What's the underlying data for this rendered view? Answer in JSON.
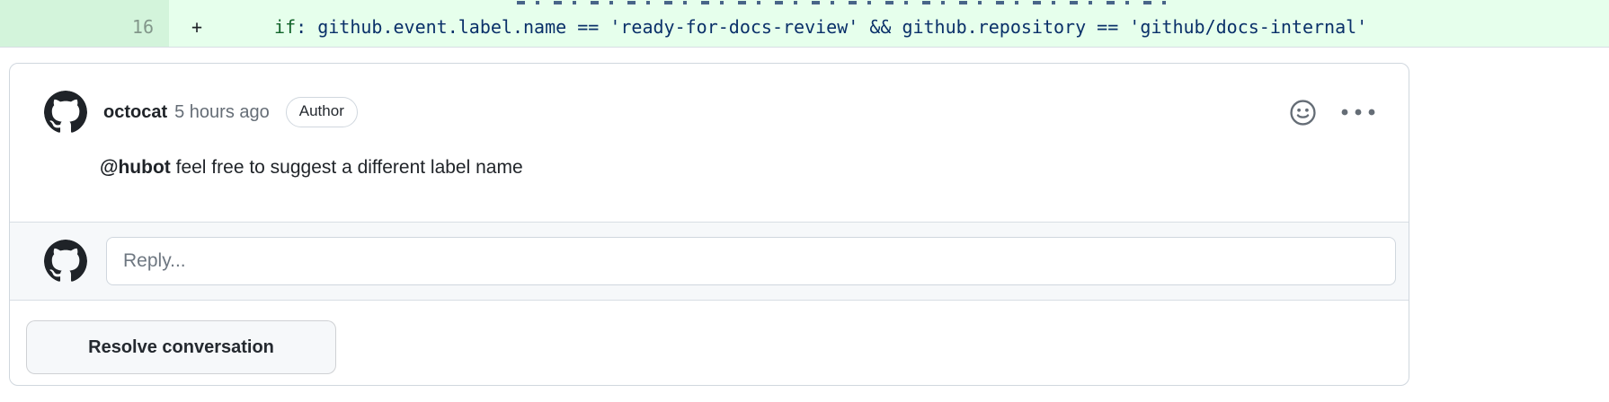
{
  "diff": {
    "line_number": "16",
    "marker": "+",
    "keyword": "if",
    "code_rest": ": github.event.label.name == 'ready-for-docs-review' && github.repository == 'github/docs-internal'"
  },
  "comment": {
    "author": "octocat",
    "timestamp": "5 hours ago",
    "author_badge": "Author",
    "mention": "@hubot",
    "body_rest": " feel free to suggest a different label name"
  },
  "reply": {
    "placeholder": "Reply..."
  },
  "actions": {
    "resolve_label": "Resolve conversation"
  },
  "icons": {
    "header_left": "octocat-avatar",
    "header_right": [
      "smiley-icon",
      "kebab-icon"
    ]
  },
  "colors": {
    "addition_line_bg": "#e6ffec",
    "addition_gutter_bg": "#d3f4db",
    "code_keyword_green": "#116329",
    "code_navy": "#0a3069",
    "card_border": "#d0d7de",
    "muted_text": "#656d76",
    "reply_row_bg": "#f6f8fa"
  }
}
